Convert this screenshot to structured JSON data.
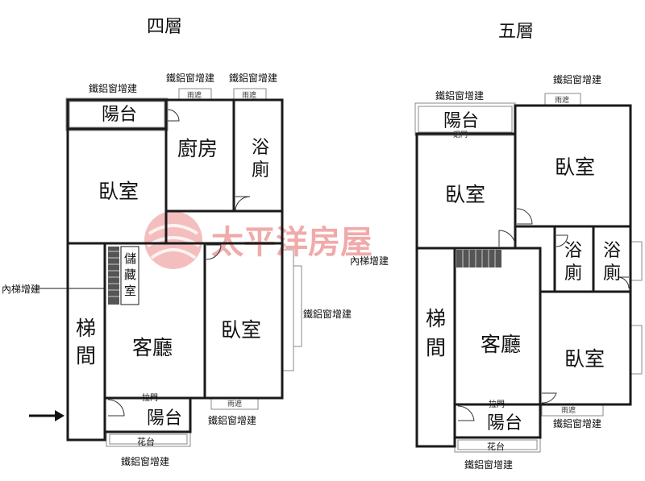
{
  "floor4": {
    "title": "四層",
    "balcony_top": "陽台",
    "bedroom_left": "臥室",
    "kitchen": "廚房",
    "bath": [
      "浴",
      "廁"
    ],
    "storage": [
      "儲",
      "藏",
      "室"
    ],
    "stair": [
      "梯",
      "間"
    ],
    "living": "客廳",
    "bedroom_right": "臥室",
    "balcony_bottom": "陽台",
    "sliding_door": "拉門",
    "planter": "花台",
    "addition_top_left": "鐵鋁窗增建",
    "addition_top_mid": "鐵鋁窗增建",
    "addition_top_right": "鐵鋁窗增建",
    "addition_right": "鐵鋁窗增建",
    "addition_bottom_right": "鐵鋁窗增建",
    "addition_bottom": "鐵鋁窗增建",
    "inner_stair_note": "內梯增建",
    "rain_shelter": "雨遮"
  },
  "floor5": {
    "title": "五層",
    "balcony_top": "陽台",
    "door_mark": "鋁門",
    "bedroom_left": "臥室",
    "bedroom_top_right": "臥室",
    "bath1": [
      "浴",
      "廁"
    ],
    "bath2": [
      "浴",
      "廁"
    ],
    "stair": [
      "梯",
      "間"
    ],
    "living": "客廳",
    "bedroom_bottom_right": "臥室",
    "balcony_bottom": "陽台",
    "sliding_door": "拉門",
    "planter": "花台",
    "addition_top_left": "鐵鋁窗增建",
    "addition_top_right": "鐵鋁窗增建",
    "addition_bottom_right": "鐵鋁窗增建",
    "addition_bottom": "鐵鋁窗增建",
    "inner_stair_note": "內梯增建",
    "rain_shelter": "雨遮"
  },
  "watermark": "太平洋房屋",
  "colors": {
    "wall": "#1a1a1a",
    "watermark": "#e04545",
    "extension": "#8a8a8a"
  }
}
